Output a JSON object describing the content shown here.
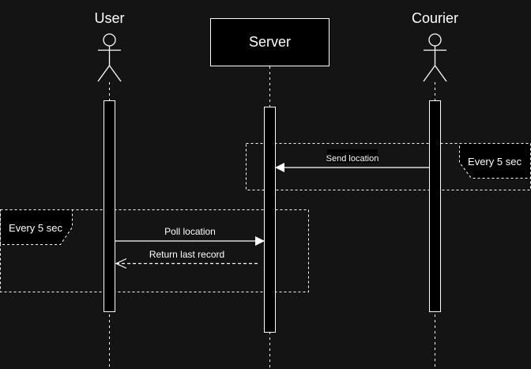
{
  "colors": {
    "background": "#141414",
    "stroke": "#ffffff",
    "fill": "#000000",
    "text": "#ffffff"
  },
  "participants": [
    {
      "id": "user",
      "label": "User",
      "kind": "actor",
      "icon": "stick-figure-icon"
    },
    {
      "id": "server",
      "label": "Server",
      "kind": "box"
    },
    {
      "id": "courier",
      "label": "Courier",
      "kind": "actor",
      "icon": "stick-figure-icon"
    }
  ],
  "loops": [
    {
      "id": "courier-loop",
      "label": "Every 5 sec"
    },
    {
      "id": "user-loop",
      "label": "Every 5 sec"
    }
  ],
  "messages": [
    {
      "id": "send-location",
      "label": "Send location",
      "from": "courier",
      "to": "server",
      "style": "solid"
    },
    {
      "id": "poll-location",
      "label": "Poll location",
      "from": "user",
      "to": "server",
      "style": "solid"
    },
    {
      "id": "return-last-record",
      "label": "Return last record",
      "from": "server",
      "to": "user",
      "style": "dashed"
    }
  ]
}
